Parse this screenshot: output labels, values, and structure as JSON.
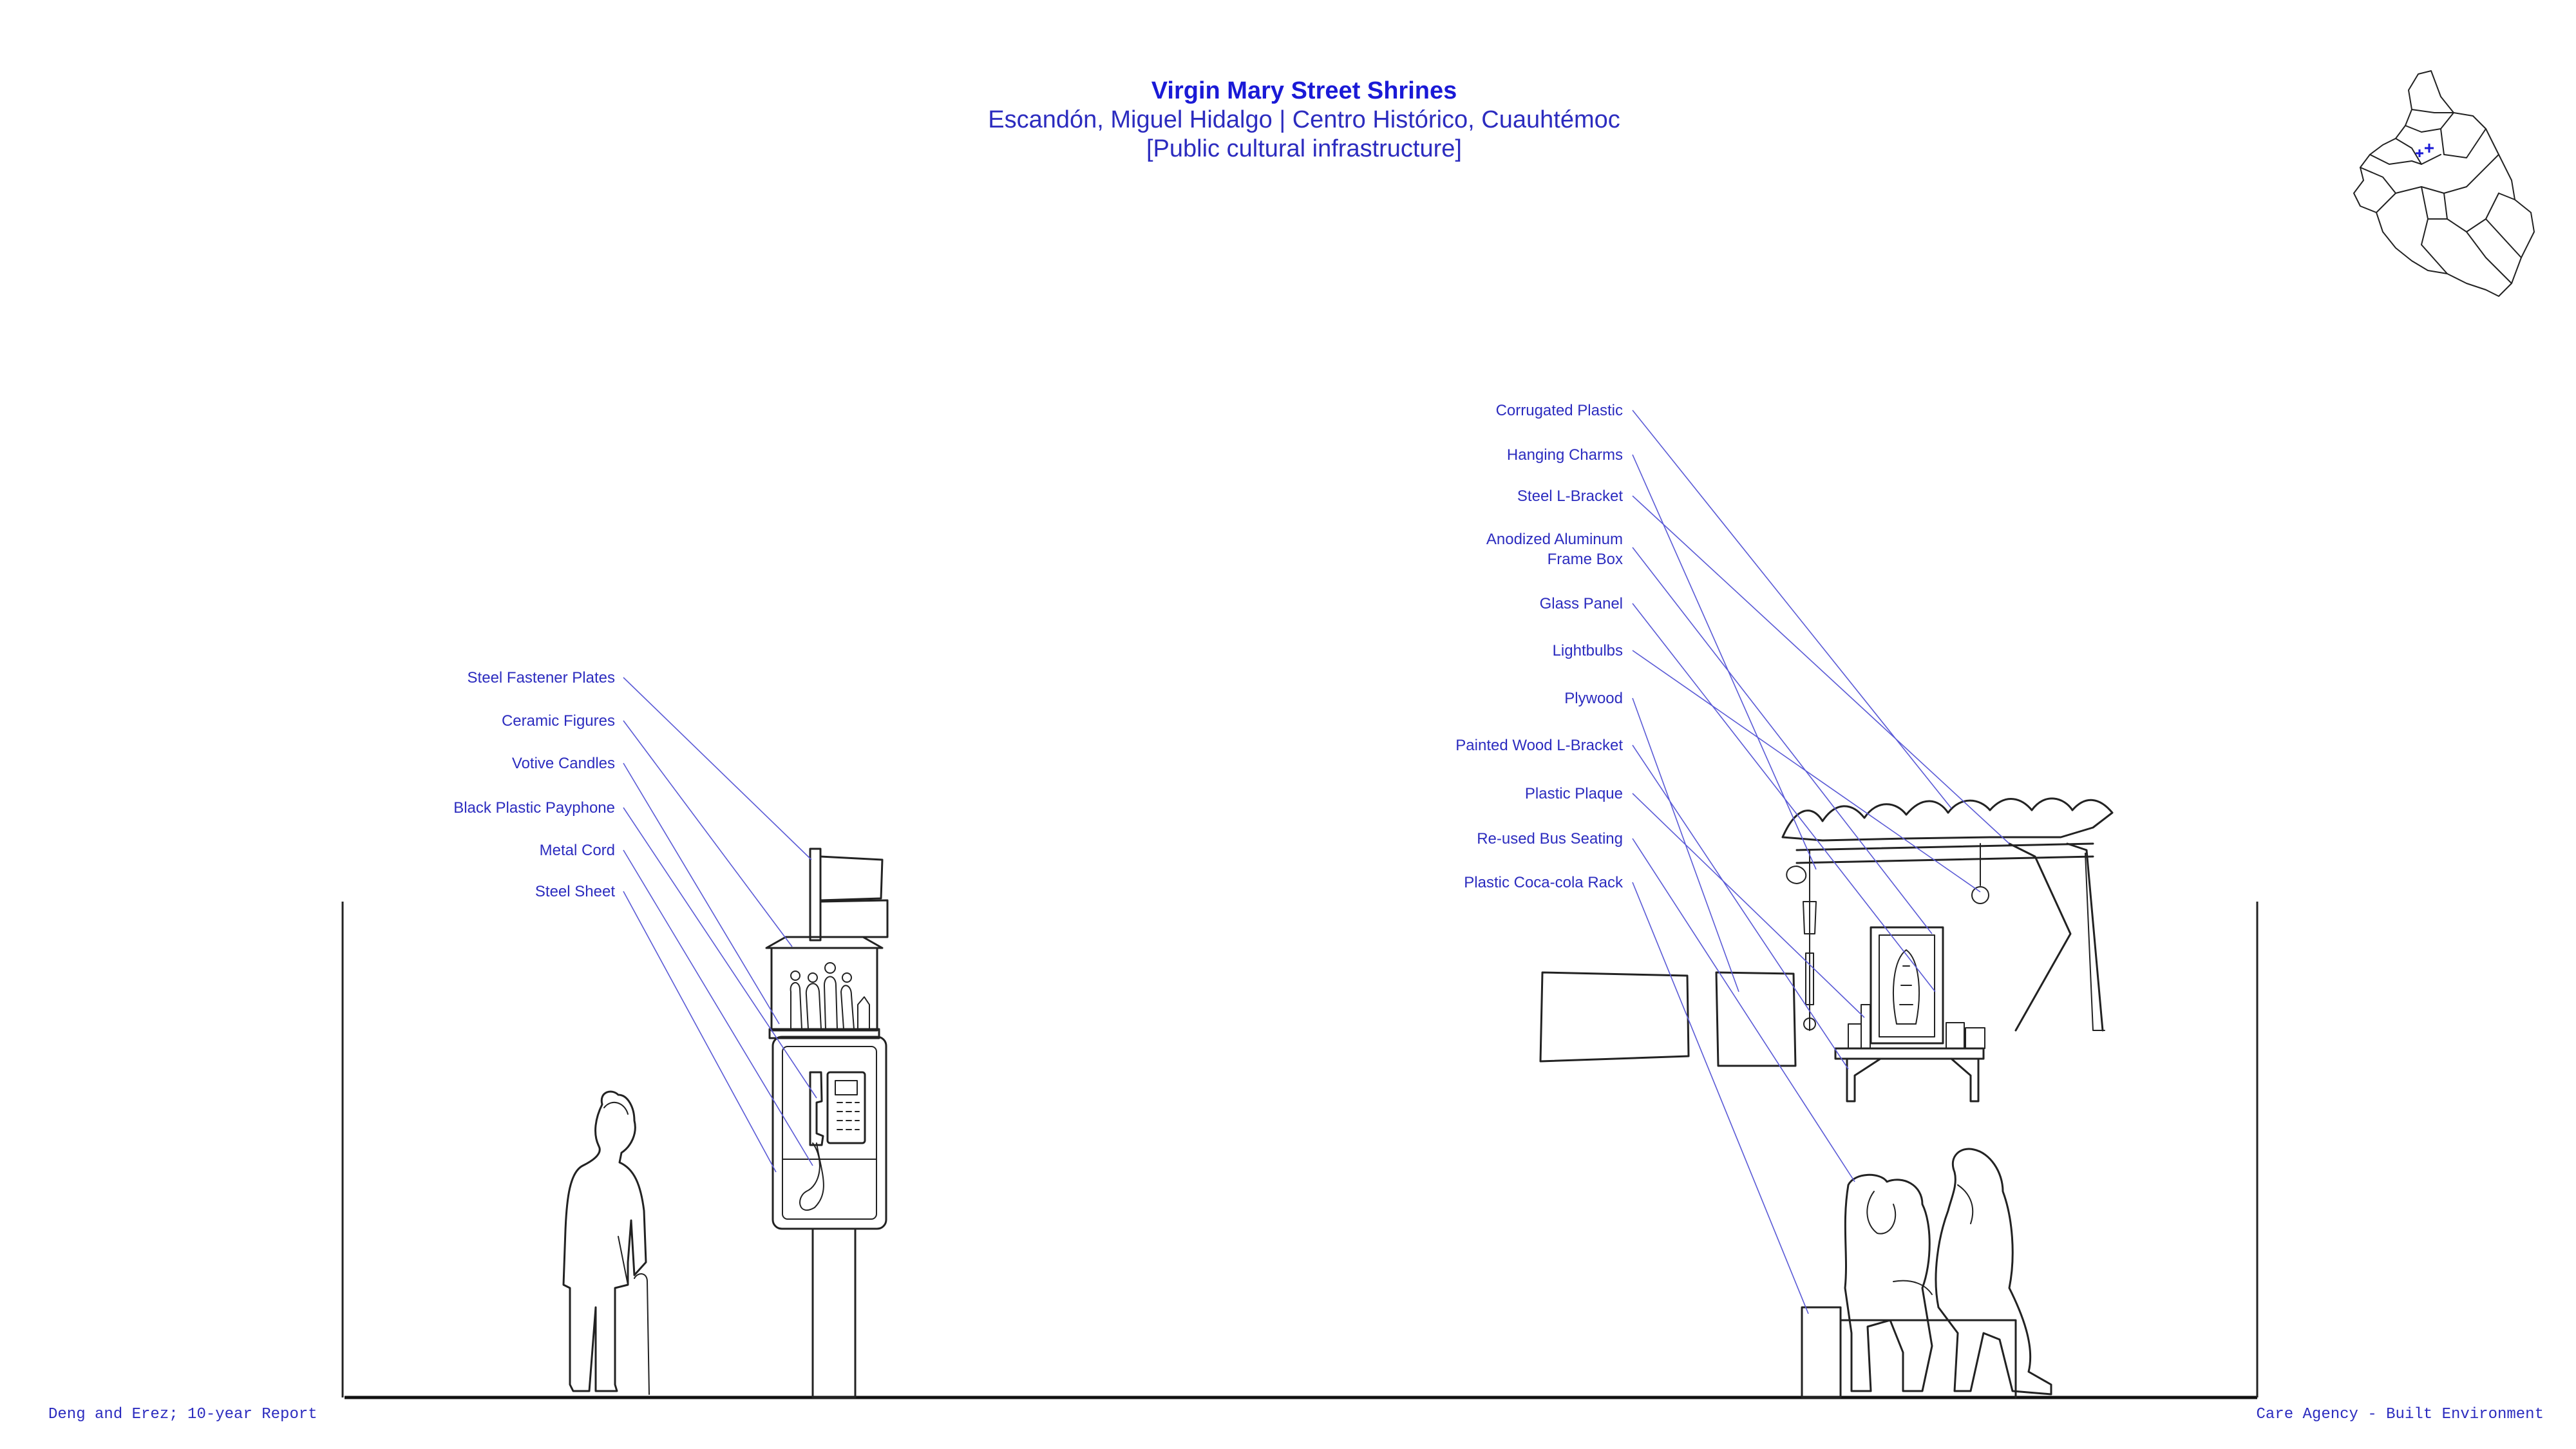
{
  "header": {
    "title": "Virgin Mary Street Shrines",
    "subtitle": "Escandón, Miguel Hidalgo | Centro Histórico, Cuauhtémoc",
    "category": "[Public cultural infrastructure]"
  },
  "callouts_left": [
    "Steel Fastener Plates",
    "Ceramic Figures",
    "Votive Candles",
    "Black Plastic Payphone",
    "Metal Cord",
    "Steel Sheet"
  ],
  "callouts_right": [
    "Corrugated Plastic",
    "Hanging Charms",
    "Steel L-Bracket",
    "Anodized Aluminum",
    "Frame Box",
    "Glass Panel",
    "Lightbulbs",
    "Plywood",
    "Painted Wood L-Bracket",
    "Plastic Plaque",
    "Re-used Bus Seating",
    "Plastic Coca-cola Rack"
  ],
  "footer": {
    "left": "Deng and Erez; 10-year Report",
    "right": "Care Agency - Built Environment"
  },
  "colors": {
    "accent": "#1a1ad6",
    "text": "#2c2cbf",
    "leader": "#5a5ad6",
    "line": "#222222"
  }
}
